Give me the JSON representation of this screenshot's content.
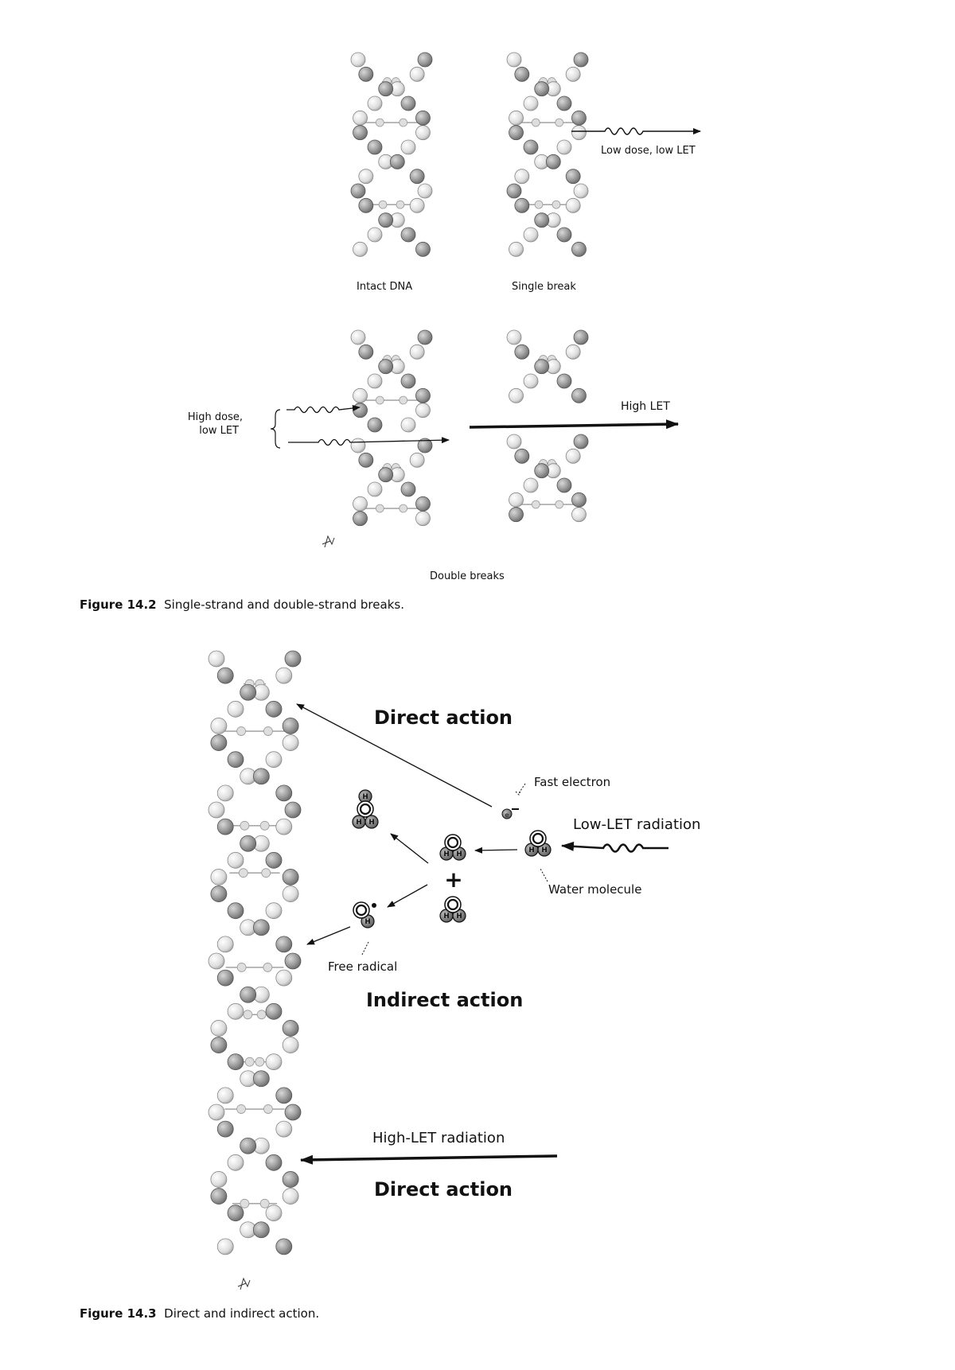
{
  "figure1": {
    "labels": {
      "intact": "Intact DNA",
      "single": "Single break",
      "double": "Double breaks",
      "low_dose_low_let": "Low dose, low LET",
      "high_dose_line1": "High dose,",
      "high_dose_line2": "low LET",
      "high_let": "High LET"
    },
    "caption_num": "Figure 14.2",
    "caption_text": "Single-strand and double-strand breaks."
  },
  "figure2": {
    "labels": {
      "direct_action_top": "Direct action",
      "fast_electron": "Fast electron",
      "low_let_radiation": "Low-LET radiation",
      "water_molecule": "Water molecule",
      "free_radical": "Free radical",
      "indirect_action": "Indirect action",
      "high_let_radiation": "High-LET radiation",
      "direct_action_bottom": "Direct action"
    },
    "atoms": {
      "oxygen": "O",
      "hydrogen": "H",
      "electron": "e",
      "plus": "+"
    },
    "caption_num": "Figure 14.3",
    "caption_text": "Direct and indirect action."
  },
  "colors": {
    "ink": "#111111",
    "atom_dark": "#8a8a8a",
    "atom_light": "#e8e8e8"
  }
}
